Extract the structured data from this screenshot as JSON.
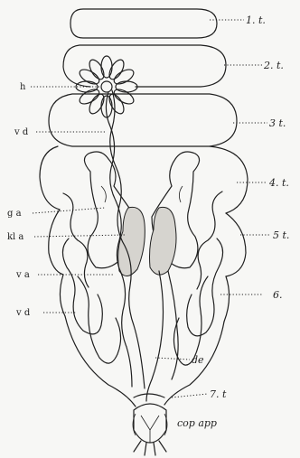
{
  "labels": {
    "t1": "1. t.",
    "t2": "2. t.",
    "h": "h",
    "vd_top": "v d",
    "t3": "3 t.",
    "t4": "4. t.",
    "ga": "g a",
    "kla": "kl a",
    "t5": "5 t.",
    "va": "v a",
    "t6": "6.",
    "vd_bottom": "v d",
    "de": "de",
    "t7": "7. t",
    "cop_app": "cop app"
  }
}
